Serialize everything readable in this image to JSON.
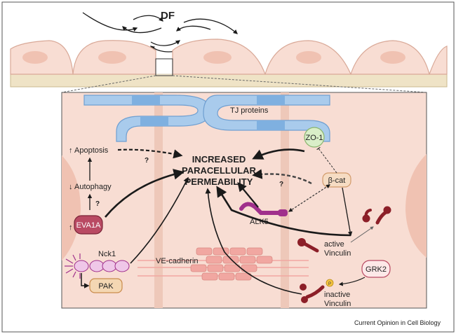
{
  "title": "DF",
  "center_label": [
    "INCREASED",
    "PARACELLULAR",
    "PERMEABILITY"
  ],
  "labels": {
    "tj_proteins": "TJ proteins",
    "zo1": "ZO-1",
    "beta_cat": "β-cat",
    "apoptosis": "Apoptosis",
    "autophagy": "Autophagy",
    "question": "?",
    "eva1a": "EVA1A",
    "alk5": "ALK5",
    "nck1": "Nck1",
    "pak": "PAK",
    "ve_cadherin": "VE-cadherin",
    "active_vinculin": [
      "active",
      "Vinculin"
    ],
    "grk2": "GRK2",
    "phospho": "P",
    "inactive_vinculin": [
      "inactive",
      "Vinculin"
    ],
    "up_arrow": "↑",
    "down_arrow": "↓",
    "credit": "Current Opinion in Cell Biology"
  },
  "colors": {
    "cell_fill": "#f8ddd3",
    "cell_stroke": "#d9a998",
    "nucleus": "#f0c2b2",
    "matrix": "#efe3c6",
    "tj_fill": "#a9cbec",
    "tj_stroke": "#6f9fd1",
    "zo1_fill": "#d9eec8",
    "eva1a_fill": "#b94a63",
    "pak_fill": "#f4d7b3",
    "alk5": "#a0308c",
    "vinculin": "#8c1f28",
    "cadherin": "#f1a7a1",
    "phospho": "#f5c542"
  }
}
